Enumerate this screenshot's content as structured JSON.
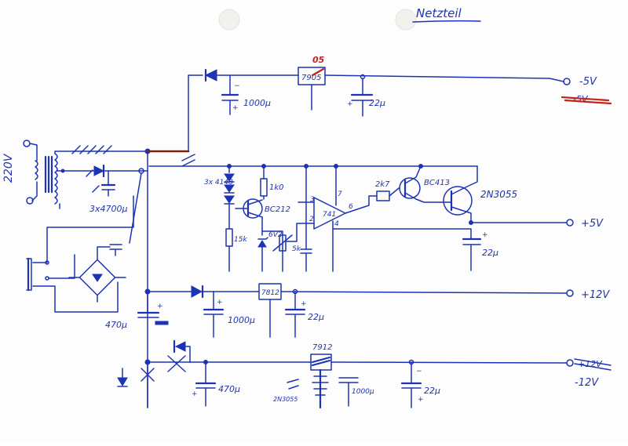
{
  "title": "Netzteil",
  "mains": "220V",
  "transformer_caps": "3x4700μ",
  "neg5": {
    "regulator_orig": "7905",
    "regulator_correction": "05",
    "cap1": "1000μ",
    "cap2": "22μ",
    "output": "-5V",
    "struck_label": "-5V"
  },
  "pos5": {
    "diodes": "3x 4148",
    "r1": "1k0",
    "r2": "15k",
    "zener": "6V2",
    "pot": "5k",
    "transistor1": "BC212",
    "opamp": "741",
    "pin_labels": [
      "3",
      "2",
      "7",
      "6",
      "4"
    ],
    "r3": "2k7",
    "transistor2": "BC413",
    "power_transistor": "2N3055",
    "cap_out": "22μ",
    "output": "+5V"
  },
  "pos12": {
    "cap_main": "470μ",
    "cap1": "1000μ",
    "regulator": "7812",
    "cap2": "22μ",
    "output": "+12V"
  },
  "neg12": {
    "regulator": "7912",
    "cap1": "470μ",
    "cap2": "22μ",
    "struck_label": "+12V",
    "output": "-12V",
    "extra1": "2N3055",
    "extra2": "1000μ"
  }
}
